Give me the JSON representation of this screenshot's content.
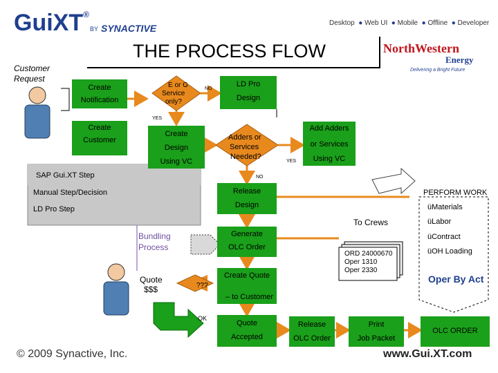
{
  "logo": {
    "brand": "GuiXT",
    "registered": "®",
    "by": "BY",
    "company": "SYNACTIVE"
  },
  "top_nav": [
    "Desktop",
    "Web UI",
    "Mobile",
    "Offline",
    "Developer"
  ],
  "title": "THE PROCESS FLOW",
  "partner_logo": {
    "line1": "NorthWestern",
    "line2": "Energy",
    "tagline": "Delivering a Bright Future"
  },
  "customer_request": {
    "line1": "Customer",
    "line2": "Request"
  },
  "legend": {
    "sap": "SAP Gui.XT Step",
    "manual": "Manual Step/Decision",
    "ldpro": "LD Pro Step"
  },
  "flow": {
    "create_notification": {
      "line1": "Create",
      "line2": "Notification"
    },
    "e_or_g": {
      "line1": "E or G",
      "line2": "Service",
      "line3": "only?"
    },
    "no_1": "NO",
    "ld_pro_design": {
      "line1": "LD Pro",
      "line2": "Design"
    },
    "yes_1": "YES",
    "create_customer": {
      "line1": "Create",
      "line2": "Customer"
    },
    "create_design_vc": {
      "line1": "Create",
      "line2": "Design",
      "line3": "Using VC"
    },
    "adders_question": {
      "line1": "Adders or",
      "line2": "Services",
      "line3": "Needed?"
    },
    "yes_2": "YES",
    "add_adders": {
      "line1": "Add Adders",
      "line2": "or Services",
      "line3": "Using VC"
    },
    "no_2": "NO",
    "release_design": {
      "line1": "Release",
      "line2": "Design"
    },
    "perform_work": {
      "title": "PERFORM WORK",
      "items": [
        "üMaterials",
        "üLabor",
        "üContract",
        "üOH Loading"
      ]
    },
    "to_crews": "To Crews",
    "bundling_process": {
      "line1": "Bundling",
      "line2": "Process"
    },
    "generate_olc": {
      "line1": "Generate",
      "line2": "OLC Order"
    },
    "order_info": [
      "ORD 24000670",
      "Oper 1310",
      "Oper 2330"
    ],
    "oper_by_act": "Oper By Act",
    "quote": {
      "line1": "Quote",
      "line2": "$$$"
    },
    "qqq": "???",
    "create_quote": {
      "line1": "Create Quote",
      "line2": "– to Customer"
    },
    "ok": "OK",
    "quote_accepted": {
      "line1": "Quote",
      "line2": "Accepted"
    },
    "release_olc": {
      "line1": "Release",
      "line2": "OLC Order"
    },
    "print_job": {
      "line1": "Print",
      "line2": "Job Packet"
    },
    "olc_order": "OLC ORDER"
  },
  "footer": {
    "copyright": "© 2009 Synactive, Inc.",
    "url": "www.Gui.XT.com"
  },
  "colors": {
    "green_box": "#1aa01a",
    "logo_blue": "#1f3f8f",
    "nwe_red": "#c0161d",
    "nwe_blue": "#1f3f8f",
    "purple_text": "#6e4fa0",
    "arrow_orange": "#e8891e",
    "gray_legend": "#c8c8c8"
  }
}
